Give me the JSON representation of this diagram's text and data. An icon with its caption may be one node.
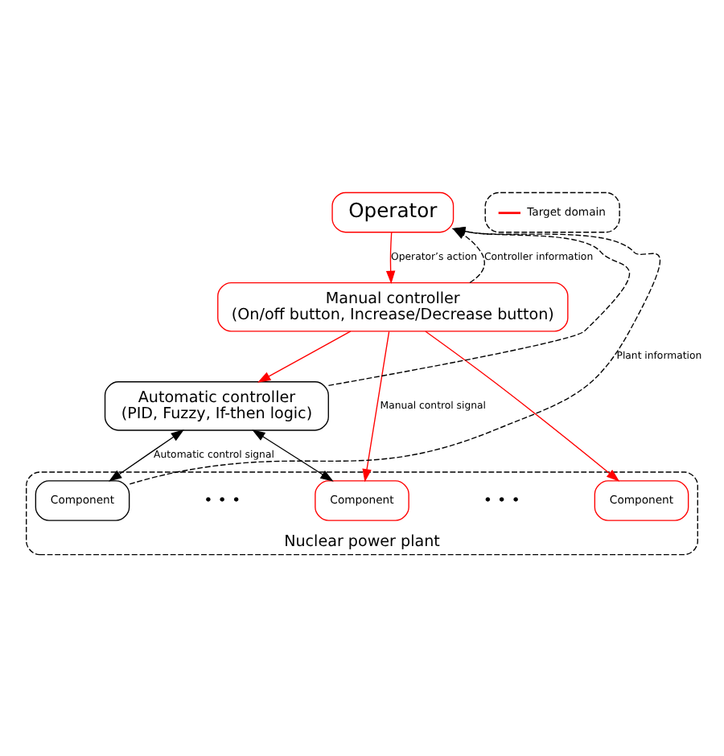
{
  "diagram": {
    "nodes": [
      {
        "text": [
          "Operator"
        ]
      },
      {
        "text": [
          "Manual controller",
          "(On/off button, Increase/Decrease button)"
        ]
      },
      {
        "text": [
          "Automatic controller",
          "(PID, Fuzzy, If-then logic)"
        ]
      },
      {
        "text": [
          "Nuclear power plant"
        ]
      },
      {
        "text": [
          "Component"
        ],
        "in": 3
      },
      {
        "text": [
          "Component"
        ],
        "in": 3
      },
      {
        "text": [
          "Component"
        ],
        "in": 3
      }
    ],
    "edges": [
      {
        "from": 0,
        "to": 1,
        "arrow": "to",
        "label": "Operator’s action",
        "color": "#ff0000"
      },
      {
        "from": 1,
        "to": 2,
        "arrow": "to",
        "color": "#ff0000"
      },
      {
        "from": 1,
        "to": 5,
        "arrow": "to",
        "label": "Manual control signal",
        "color": "#ff0000"
      },
      {
        "from": 1,
        "to": 6,
        "arrow": "to",
        "color": "#ff0000"
      },
      {
        "from": 2,
        "to": 4,
        "arrow": "both",
        "label": "Automatic control signal"
      },
      {
        "from": 2,
        "to": 5,
        "arrow": "both"
      },
      {
        "from": 4,
        "to": 0,
        "arrow": "to",
        "label": "Plant information",
        "style": "dashed"
      },
      {
        "from": 1,
        "to": 0,
        "arrow": "to",
        "label": "Controller information",
        "style": "dashed"
      },
      {
        "from": 2,
        "to": 0,
        "arrow": "to",
        "style": "dashed"
      }
    ],
    "labels": [
      "• • •",
      "• • •"
    ],
    "legend": [
      {
        "text": "Target domain"
      }
    ]
  }
}
